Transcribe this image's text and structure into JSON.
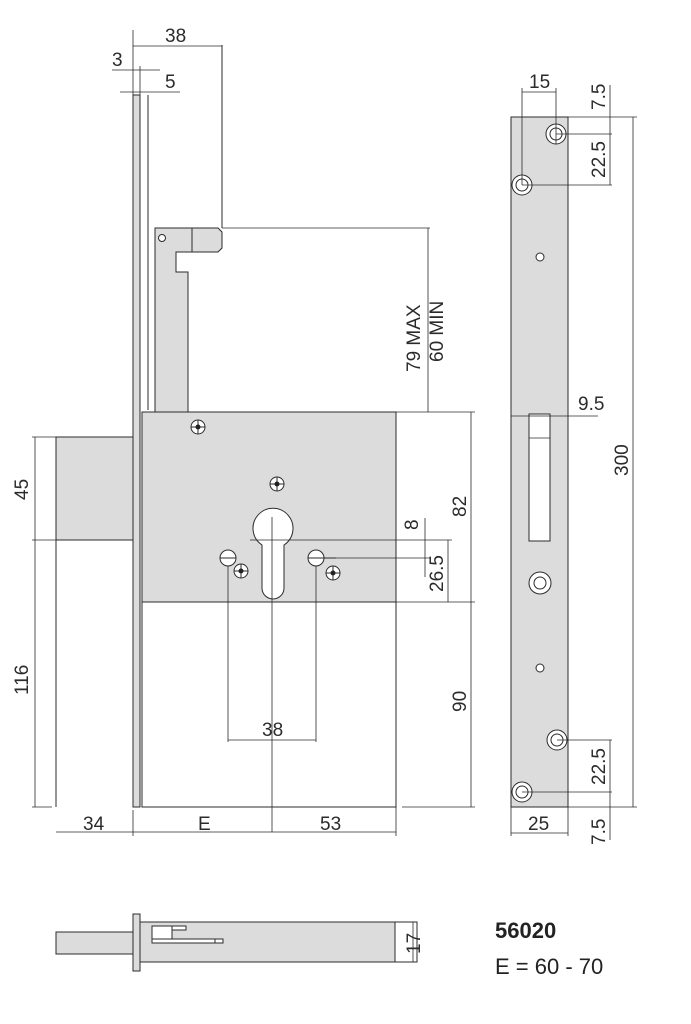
{
  "product": {
    "code": "56020",
    "backset_note": "E = 60 - 70"
  },
  "front_view": {
    "dimensions": {
      "faceplate_to_bolt_edge": "38",
      "faceplate_thickness": "3",
      "body_offset": "5",
      "latch_range": "79 MAX\n60 MIN",
      "latch_range_max": "79 MAX",
      "latch_range_min": "60 MIN",
      "case_upper_height": "82",
      "follower_offset": "8",
      "cylinder_offset": "26.5",
      "case_lower_height": "90",
      "bolt_height": "45",
      "bolt_to_bottom": "116",
      "screw_spacing": "38",
      "bolt_throw": "34",
      "backset": "E",
      "rear_to_center": "53"
    }
  },
  "strike_plate": {
    "dimensions": {
      "hole_offset_x": "15",
      "top_margin": "7.5",
      "top_hole_spacing": "22.5",
      "slot_width": "9.5",
      "total_length": "300",
      "bottom_hole_spacing": "22.5",
      "bottom_margin": "7.5",
      "width": "25"
    }
  },
  "side_view": {
    "dimensions": {
      "thickness": "17"
    }
  }
}
